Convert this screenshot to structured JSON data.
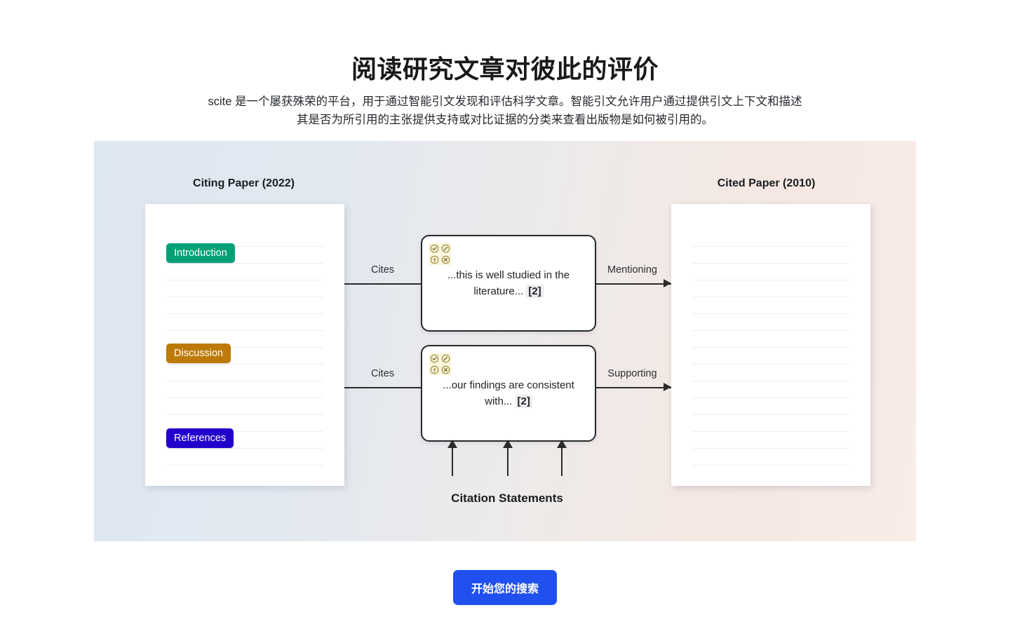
{
  "hero": {
    "title": "阅读研究文章对彼此的评价",
    "subtitle": "scite 是一个屡获殊荣的平台，用于通过智能引文发现和评估科学文章。智能引文允许用户通过提供引文上下文和描述其是否为所引用的主张提供支持或对比证据的分类来查看出版物是如何被引用的。"
  },
  "diagram": {
    "citing_paper_heading": "Citing Paper (2022)",
    "cited_paper_heading": "Cited Paper (2010)",
    "statements_caption": "Citation Statements",
    "sections": [
      {
        "label": "Introduction",
        "color": "#00a077"
      },
      {
        "label": "Discussion",
        "color": "#bd7a09"
      },
      {
        "label": "References",
        "color": "#2200cc"
      }
    ],
    "edges": {
      "cites_top": "Cites",
      "cites_bottom": "Cites",
      "mentioning": "Mentioning",
      "supporting": "Supporting"
    },
    "statements": [
      {
        "text": "...this is well studied in the literature... ",
        "citation": "[2]",
        "classification_icons": [
          "supporting-check-icon",
          "editing-pencil-icon",
          "mentioning-question-icon",
          "contrasting-x-icon"
        ]
      },
      {
        "text": "...our findings are consistent with... ",
        "citation": "[2]",
        "classification_icons": [
          "supporting-check-icon",
          "editing-pencil-icon",
          "mentioning-question-icon",
          "contrasting-x-icon"
        ]
      }
    ],
    "badge_background": "#faf3d2"
  },
  "cta": {
    "label": "开始您的搜索",
    "color": "#2050f0"
  }
}
